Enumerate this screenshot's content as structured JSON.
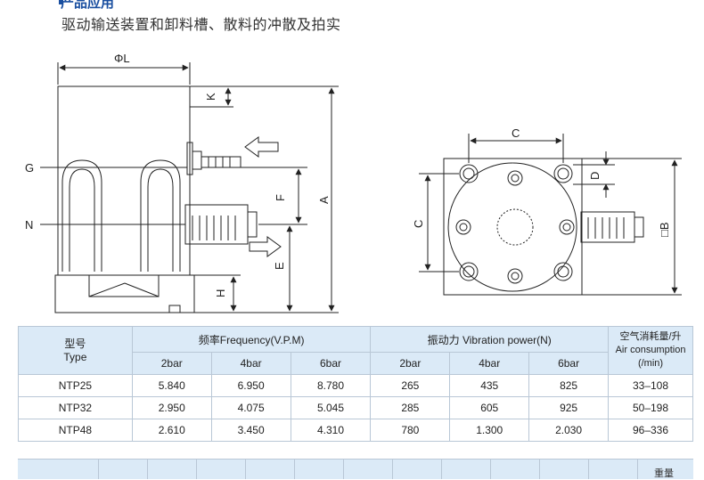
{
  "header": {
    "title": "产品应用",
    "subtitle": "驱动输送装置和卸料槽、散料的冲散及拍实"
  },
  "drawing_labels": {
    "phiL": "ΦL",
    "K": "K",
    "G": "G",
    "N": "N",
    "F": "F",
    "A": "A",
    "E": "E",
    "H": "H",
    "C_top": "C",
    "C_side": "C",
    "D": "D",
    "B": "□B"
  },
  "table": {
    "model_zh": "型号",
    "model_en": "Type",
    "freq_header": "频率Frequency(V.P.M)",
    "force_header": "振动力 Vibration power(N)",
    "air_zh": "空气消耗量/升",
    "air_en": "Air consumption",
    "air_unit": "(/min)",
    "pressures": [
      "2bar",
      "4bar",
      "6bar",
      "2bar",
      "4bar",
      "6bar"
    ],
    "rows": [
      {
        "type": "NTP25",
        "f2": "5.840",
        "f4": "6.950",
        "f6": "8.780",
        "v2": "265",
        "v4": "435",
        "v6": "825",
        "air": "33–108"
      },
      {
        "type": "NTP32",
        "f2": "2.950",
        "f4": "4.075",
        "f6": "5.045",
        "v2": "285",
        "v4": "605",
        "v6": "925",
        "air": "50–198"
      },
      {
        "type": "NTP48",
        "f2": "2.610",
        "f4": "3.450",
        "f6": "4.310",
        "v2": "780",
        "v4": "1.300",
        "v6": "2.030",
        "air": "96–336"
      }
    ]
  },
  "table2": {
    "weight_zh": "重量"
  }
}
